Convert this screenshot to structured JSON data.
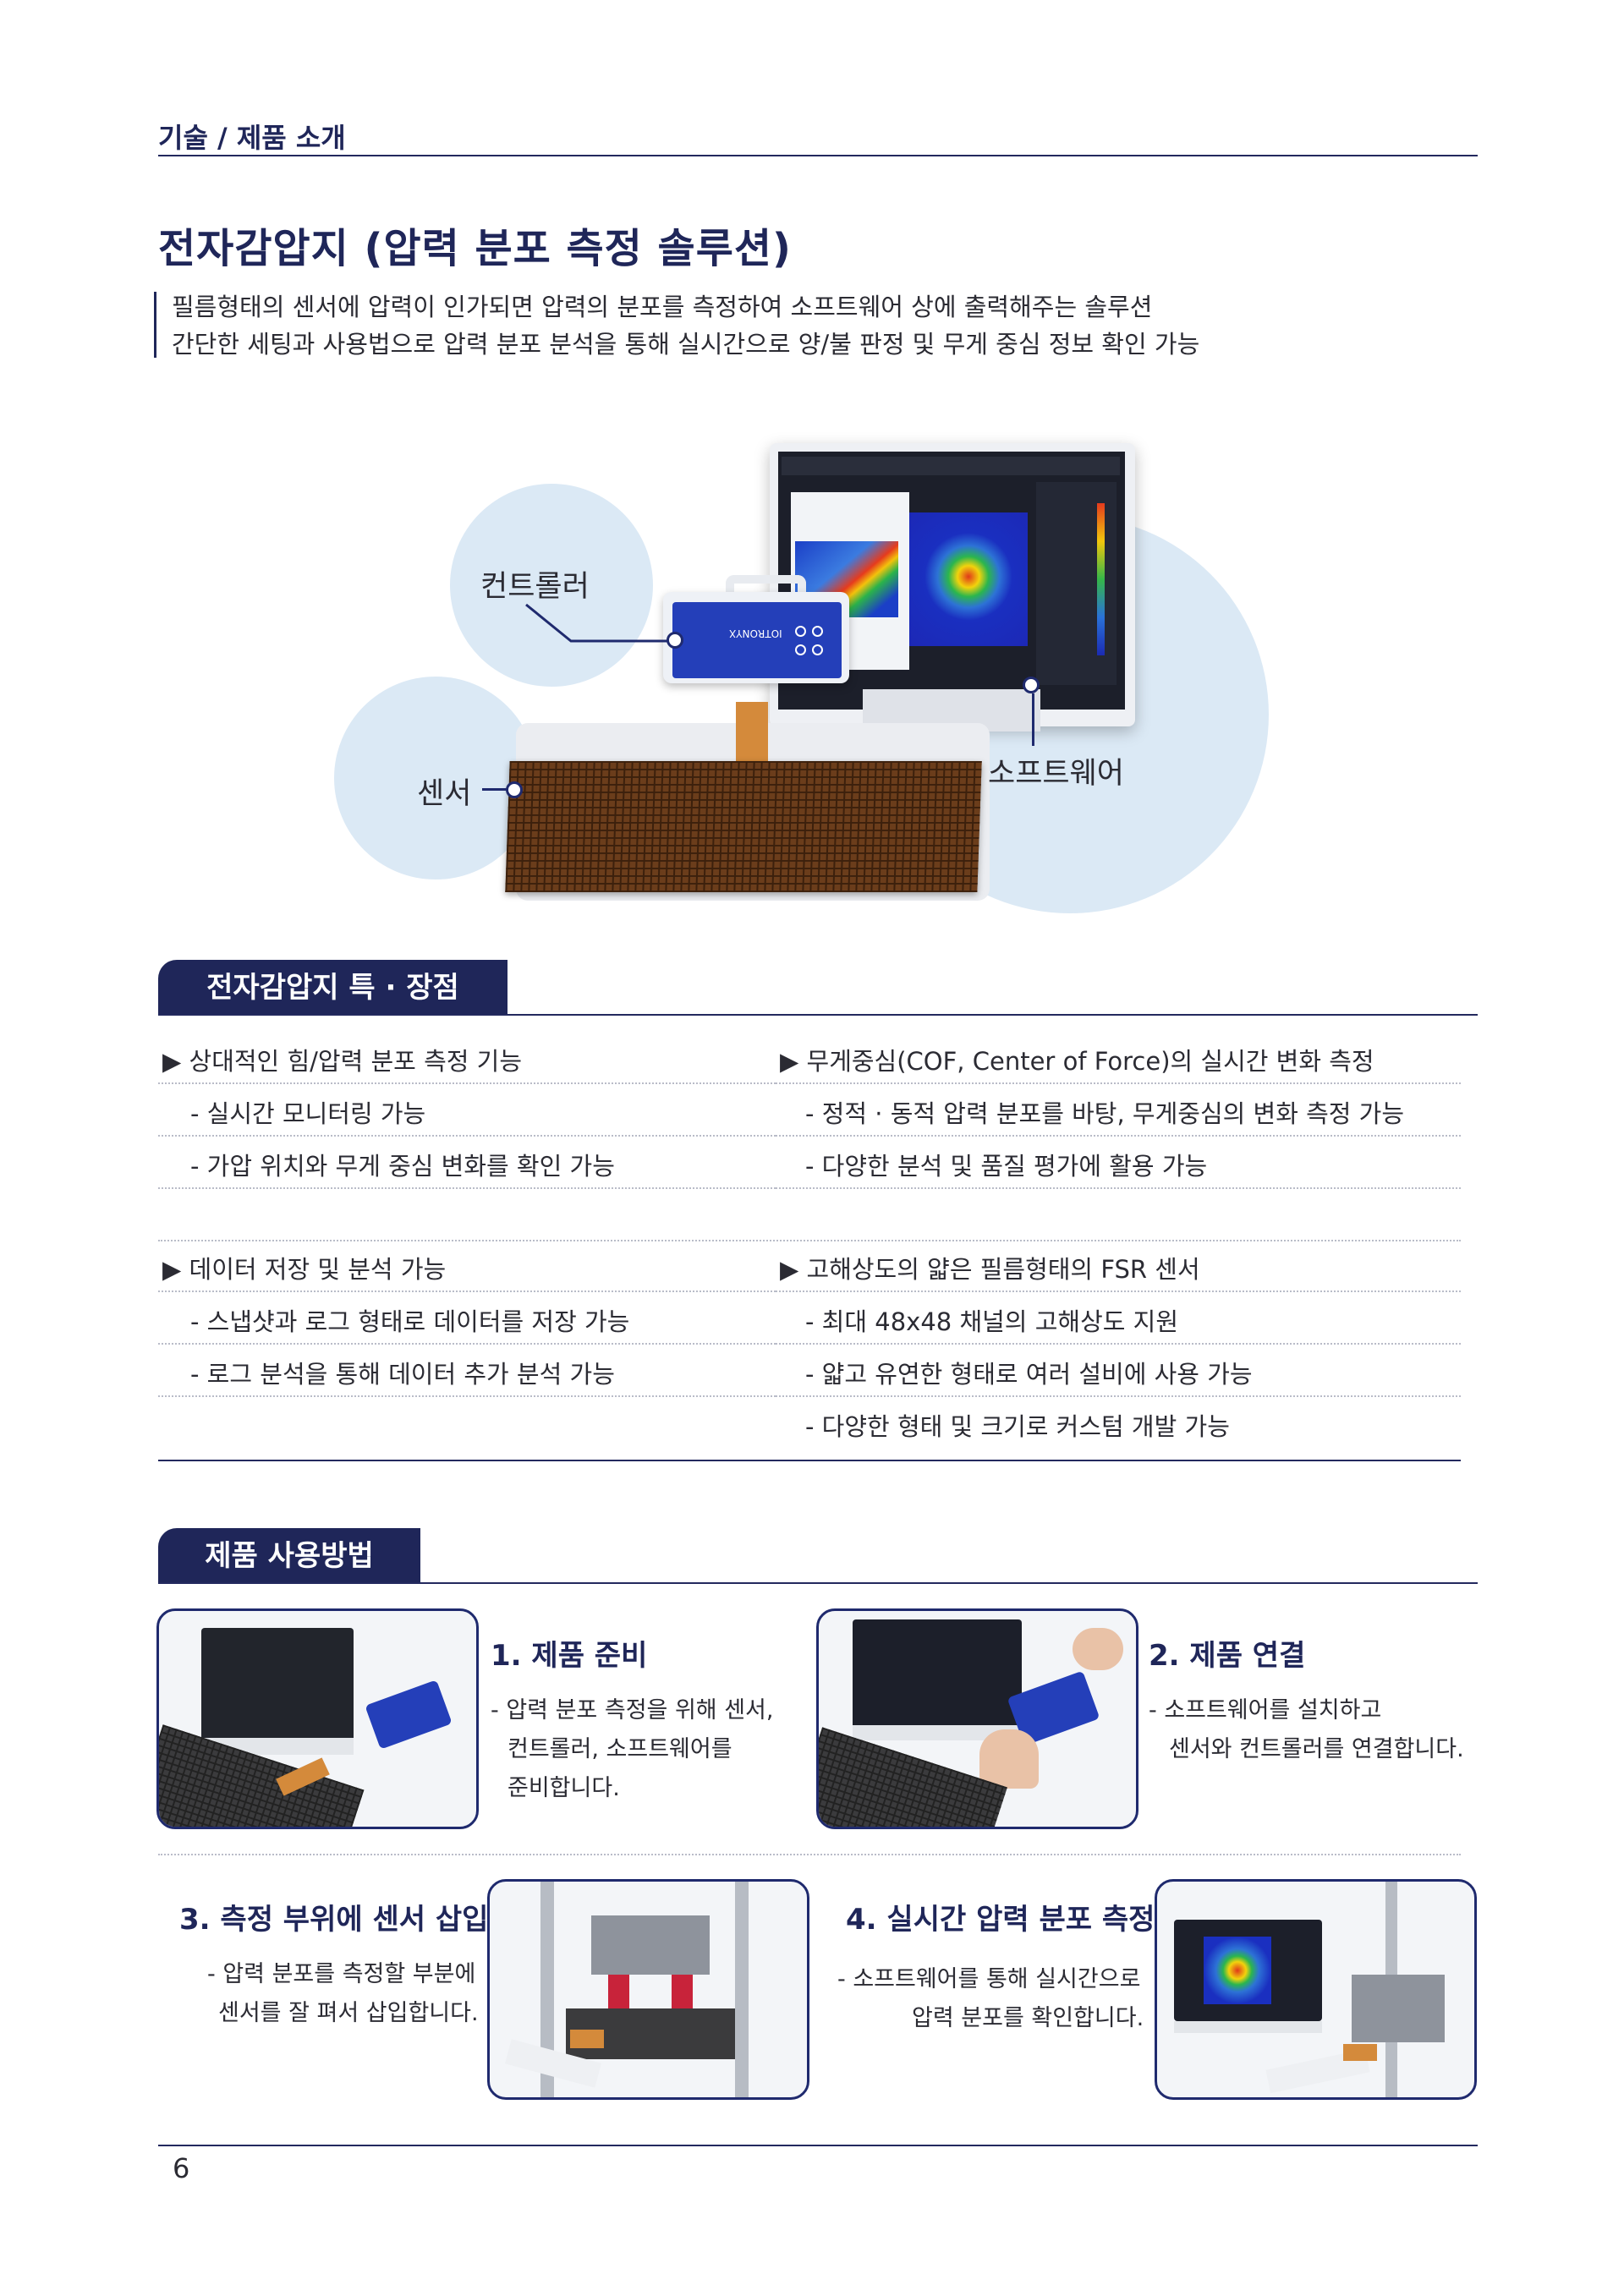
{
  "header": {
    "section_label": "기술 / 제품 소개",
    "title": "전자감압지 (압력 분포 측정 솔루션)",
    "description": [
      "필름형태의 센서에 압력이 인가되면 압력의 분포를 측정하여 소프트웨어 상에 출력해주는 솔루션",
      "간단한 세팅과 사용법으로 압력 분포 분석을 통해 실시간으로 양/불 판정 및 무게 중심 정보 확인 가능"
    ]
  },
  "hero": {
    "labels": {
      "controller": "컨트롤러",
      "sensor": "센서",
      "software": "소프트웨어"
    },
    "device_brand": "IOTRONYX"
  },
  "features": {
    "heading": "전자감압지 특 · 장점",
    "blocks": [
      {
        "title": "▶ 상대적인 힘/압력 분포 측정 기능",
        "items": [
          "- 실시간 모니터링 가능",
          "- 가압 위치와 무게 중심 변화를 확인 가능"
        ]
      },
      {
        "title": "▶ 무게중심(COF, Center of Force)의 실시간 변화 측정",
        "items": [
          "-  정적 · 동적 압력 분포를 바탕, 무게중심의 변화 측정 가능",
          "-  다양한 분석 및 품질 평가에 활용 가능"
        ]
      },
      {
        "title": "▶ 데이터 저장 및 분석 가능",
        "items": [
          "- 스냅샷과 로그 형태로 데이터를 저장 가능",
          "- 로그 분석을 통해 데이터 추가 분석 가능"
        ]
      },
      {
        "title": "▶ 고해상도의 얇은 필름형태의 FSR 센서",
        "items": [
          "- 최대 48x48 채널의 고해상도 지원",
          "- 얇고 유연한 형태로 여러 설비에 사용 가능",
          "- 다양한 형태 및 크기로 커스텀 개발 가능"
        ]
      }
    ]
  },
  "usage": {
    "heading": "제품 사용방법",
    "steps": [
      {
        "title": "1. 제품 준비",
        "desc": [
          "- 압력 분포 측정을 위해 센서,",
          "컨트롤러, 소프트웨어를",
          "준비합니다."
        ]
      },
      {
        "title": "2. 제품 연결",
        "desc": [
          "- 소프트웨어를 설치하고",
          "센서와 컨트롤러를 연결합니다."
        ]
      },
      {
        "title": "3. 측정 부위에 센서 삽입",
        "desc": [
          "- 압력 분포를 측정할 부분에",
          "센서를 잘 펴서 삽입합니다."
        ]
      },
      {
        "title": "4. 실시간 압력 분포 측정",
        "desc": [
          "- 소프트웨어를 통해 실시간으로",
          "압력 분포를 확인합니다."
        ]
      }
    ]
  },
  "footer": {
    "page_number": "6"
  },
  "colors": {
    "navy": "#1f2659",
    "light_blue": "#dbe9f5",
    "heat_red": "#e0381a",
    "heat_blue": "#1a2fc0"
  }
}
